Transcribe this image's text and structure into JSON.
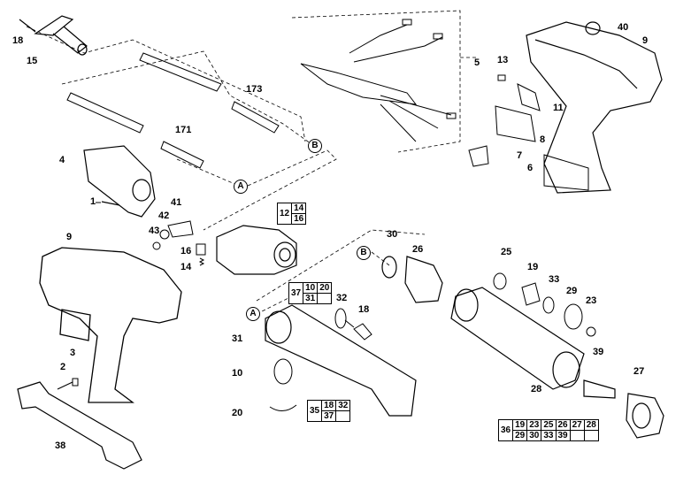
{
  "labels": {
    "l18a": "18",
    "l15": "15",
    "l5": "5",
    "l40": "40",
    "l9a": "9",
    "l13": "13",
    "l11": "11",
    "l173": "173",
    "l171": "171",
    "l8": "8",
    "l7": "7",
    "l6": "6",
    "l4": "4",
    "l1": "1",
    "l41": "41",
    "l42": "42",
    "l43": "43",
    "l16": "16",
    "l14": "14",
    "l9b": "9",
    "l30": "30",
    "l26": "26",
    "l25": "25",
    "l19": "19",
    "l33": "33",
    "l29": "29",
    "l23": "23",
    "l32": "32",
    "l18b": "18",
    "l31": "31",
    "l3": "3",
    "l2": "2",
    "l10": "10",
    "l20": "20",
    "l39": "39",
    "l27": "27",
    "l28": "28",
    "l38": "38"
  },
  "circles": {
    "A1": "A",
    "B1": "B",
    "A2": "A",
    "B2": "B"
  },
  "boxes": {
    "b12": {
      "main": "12",
      "sub": [
        "14",
        "16"
      ]
    },
    "b37": {
      "main": "37",
      "sub": [
        "10",
        "20",
        "31"
      ]
    },
    "b35": {
      "main": "35",
      "sub": [
        "18",
        "32",
        "37"
      ]
    },
    "b36": {
      "main": "36",
      "row1": [
        "19",
        "23",
        "25",
        "26",
        "27",
        "28"
      ],
      "row2": [
        "29",
        "30",
        "33",
        "39"
      ]
    }
  }
}
